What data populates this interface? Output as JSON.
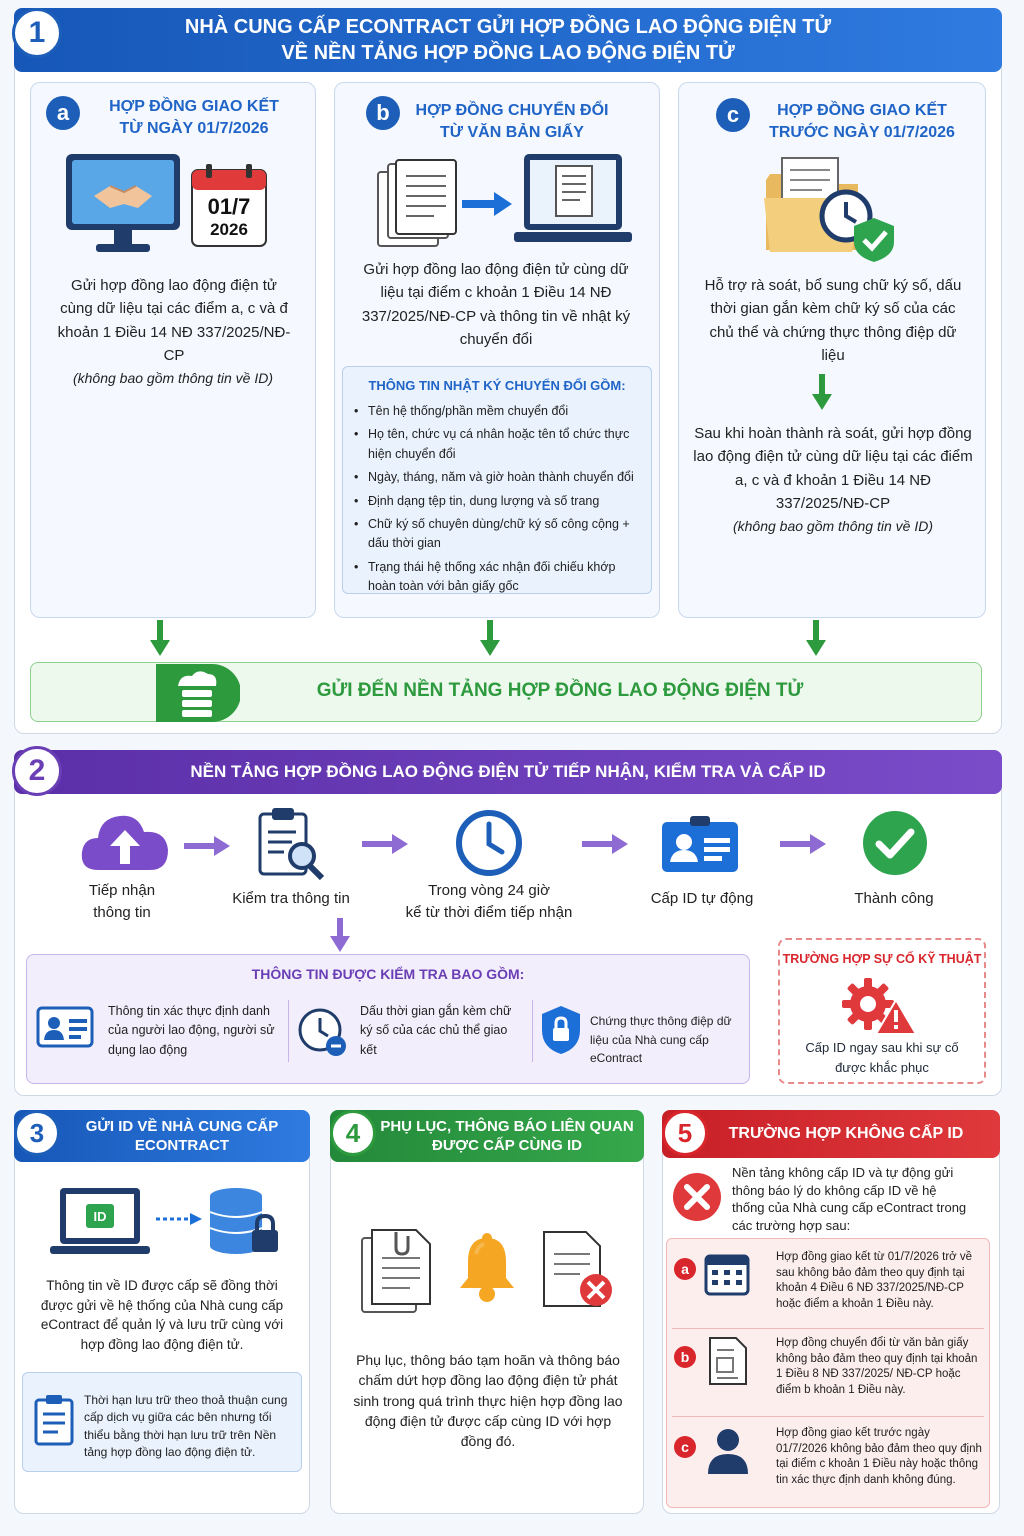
{
  "s1": {
    "number": "1",
    "title_l1": "NHÀ CUNG CẤP ECONTRACT GỬI HỢP ĐỒNG LAO ĐỘNG ĐIỆN TỬ",
    "title_l2": "VỀ NỀN TẢNG HỢP ĐỒNG LAO ĐỘNG ĐIỆN TỬ",
    "a": {
      "letter": "a",
      "title_l1": "HỢP ĐỒNG GIAO KẾT",
      "title_l2": "TỪ NGÀY 01/7/2026",
      "cal_day": "01/7",
      "cal_year": "2026",
      "text": "Gửi hợp đồng lao động điện tử cùng dữ liệu tại các điểm a, c và đ khoản 1 Điều 14 NĐ 337/2025/NĐ-CP",
      "note": "(không bao gồm thông tin về ID)"
    },
    "b": {
      "letter": "b",
      "title_l1": "HỢP ĐỒNG CHUYỂN ĐỔI",
      "title_l2": "TỪ VĂN BẢN GIẤY",
      "text": "Gửi hợp đồng lao động điện tử cùng dữ liệu tại điểm c khoản 1 Điều 14 NĐ 337/2025/NĐ-CP và thông tin về nhật ký chuyển đổi",
      "log_title": "THÔNG TIN NHẬT KÝ CHUYỂN ĐỔI GỒM:",
      "log_items": [
        "Tên hệ thống/phần mềm chuyển đổi",
        "Họ tên, chức vụ cá nhân hoặc tên tổ chức thực hiện chuyển đổi",
        "Ngày, tháng, năm và giờ hoàn thành chuyển đổi",
        "Định dạng tệp tin, dung lượng và số trang",
        "Chữ ký số chuyên dùng/chữ ký số công cộng + dấu thời gian",
        "Trạng thái hệ thống xác nhận đối chiếu khớp hoàn toàn với bản giấy gốc"
      ]
    },
    "c": {
      "letter": "c",
      "title_l1": "HỢP ĐỒNG GIAO KẾT",
      "title_l2": "TRƯỚC NGÀY 01/7/2026",
      "text": "Hỗ trợ rà soát, bổ sung chữ ký số, dấu thời gian gắn kèm chữ ký số của các chủ thể và chứng thực thông điệp dữ liệu",
      "text2": "Sau khi hoàn thành rà soát, gửi hợp đồng lao động điện tử cùng dữ liệu tại các điểm a, c và đ khoản 1 Điều 14 NĐ 337/2025/NĐ-CP",
      "note": "(không bao gồm thông tin về ID)"
    },
    "send_bar": "GỬI ĐẾN NỀN TẢNG HỢP ĐỒNG LAO ĐỘNG ĐIỆN TỬ"
  },
  "s2": {
    "number": "2",
    "title": "NỀN TẢNG HỢP ĐỒNG LAO ĐỘNG ĐIỆN TỬ TIẾP NHẬN, KIỂM TRA VÀ CẤP ID",
    "steps": [
      {
        "l1": "Tiếp nhận",
        "l2": "thông tin"
      },
      {
        "l1": "Kiểm tra thông tin",
        "l2": ""
      },
      {
        "l1": "Trong vòng 24 giờ",
        "l2": "kể từ thời điểm tiếp nhận"
      },
      {
        "l1": "Cấp ID tự động",
        "l2": ""
      },
      {
        "l1": "Thành công",
        "l2": ""
      }
    ],
    "check_title": "THÔNG TIN ĐƯỢC KIỂM TRA BAO GỒM:",
    "check_items": [
      "Thông tin xác thực định danh của người lao động, người sử dụng lao động",
      "Dấu thời gian gắn kèm chữ ký số của các chủ thể giao kết",
      "Chứng thực thông điệp dữ liệu của Nhà cung cấp eContract"
    ],
    "incident_title": "TRƯỜNG HỢP SỰ CỐ KỸ THUẬT",
    "incident_text": "Cấp ID ngay sau khi sự cố được khắc phục"
  },
  "s3": {
    "number": "3",
    "title_l1": "GỬI ID VỀ NHÀ CUNG CẤP",
    "title_l2": "ECONTRACT",
    "id_label": "ID",
    "text": "Thông tin về ID được cấp sẽ đồng thời được gửi về hệ thống của Nhà cung cấp eContract để quản lý và lưu trữ cùng với hợp đồng lao động điện tử.",
    "note": "Thời hạn lưu trữ theo thoả thuận cung cấp dịch vụ giữa các bên nhưng tối thiểu bằng thời hạn lưu trữ trên Nền tảng hợp đồng lao động điện tử."
  },
  "s4": {
    "number": "4",
    "title_l1": "PHỤ LỤC, THÔNG BÁO LIÊN QUAN",
    "title_l2": "ĐƯỢC CẤP CÙNG ID",
    "text": "Phụ lục, thông báo tạm hoãn và thông báo chấm dứt hợp đồng lao động điện tử phát sinh trong quá trình thực hiện hợp đồng lao động điện tử được cấp cùng ID với hợp đồng đó."
  },
  "s5": {
    "number": "5",
    "title": "TRƯỜNG HỢP KHÔNG CẤP ID",
    "intro": "Nền tảng không cấp ID và tự động gửi thông báo lý do không cấp ID về hệ thống của Nhà cung cấp eContract trong các trường hợp sau:",
    "cases": [
      {
        "letter": "a",
        "text": "Hợp đồng giao kết từ 01/7/2026 trở về sau không bảo đảm theo quy định tại khoản 4 Điều 6 NĐ 337/2025/NĐ-CP hoặc điểm a khoản 1 Điều này."
      },
      {
        "letter": "b",
        "text": "Hợp đồng chuyển đổi từ văn bản giấy không bảo đảm theo quy định tại khoản 1 Điều 8 NĐ 337/2025/ NĐ-CP hoặc điểm b khoản 1 Điều này."
      },
      {
        "letter": "c",
        "text": "Hợp đồng giao kết trước ngày 01/7/2026 không bảo đảm theo quy định tại điểm c khoản 1 Điều này hoặc thông tin xác thực định danh không đúng."
      }
    ]
  },
  "colors": {
    "blue": "#1d5fb8",
    "purple": "#6a3fb5",
    "green": "#2e9a3e",
    "red": "#d9262c"
  }
}
